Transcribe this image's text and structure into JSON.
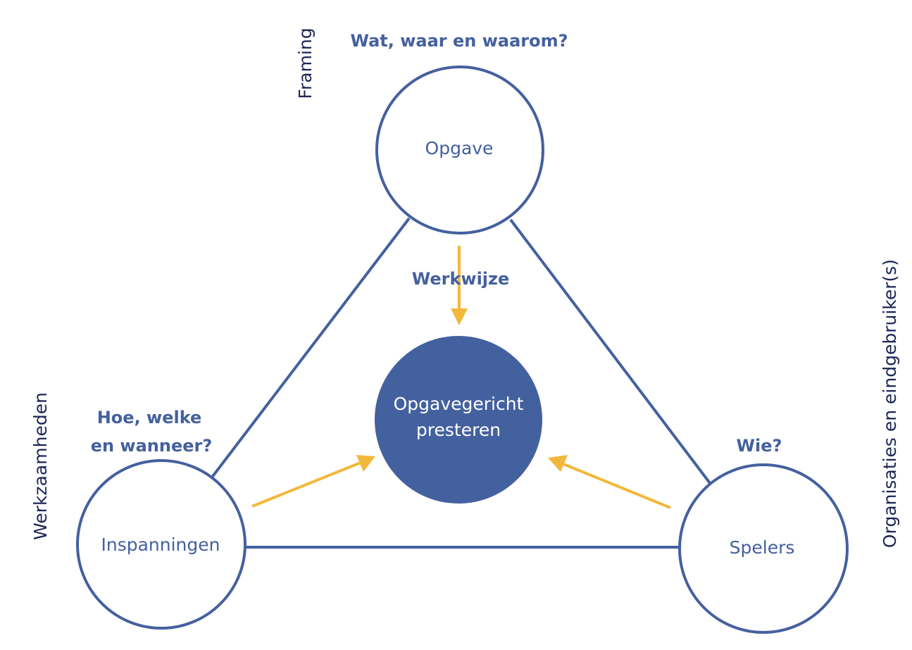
{
  "nodes": {
    "top": {
      "label": "Opgave",
      "question": "Wat, waar en waarom?"
    },
    "left": {
      "label": "Inspanningen",
      "question_line1": "Hoe, welke",
      "question_line2": "en wanneer?"
    },
    "right": {
      "label": "Spelers",
      "question": "Wie?"
    }
  },
  "center": {
    "line1": "Opgavegericht",
    "line2": "presteren"
  },
  "arrow_label": "Werkwijze",
  "side_labels": {
    "top": "Framing",
    "left": "Werkzaamheden",
    "right": "Organisaties en eindgebruiker(s)"
  },
  "colors": {
    "navy": "#44609e",
    "center_fill": "#44619f",
    "arrow": "#f2b83b",
    "side_text": "#1d2555"
  }
}
